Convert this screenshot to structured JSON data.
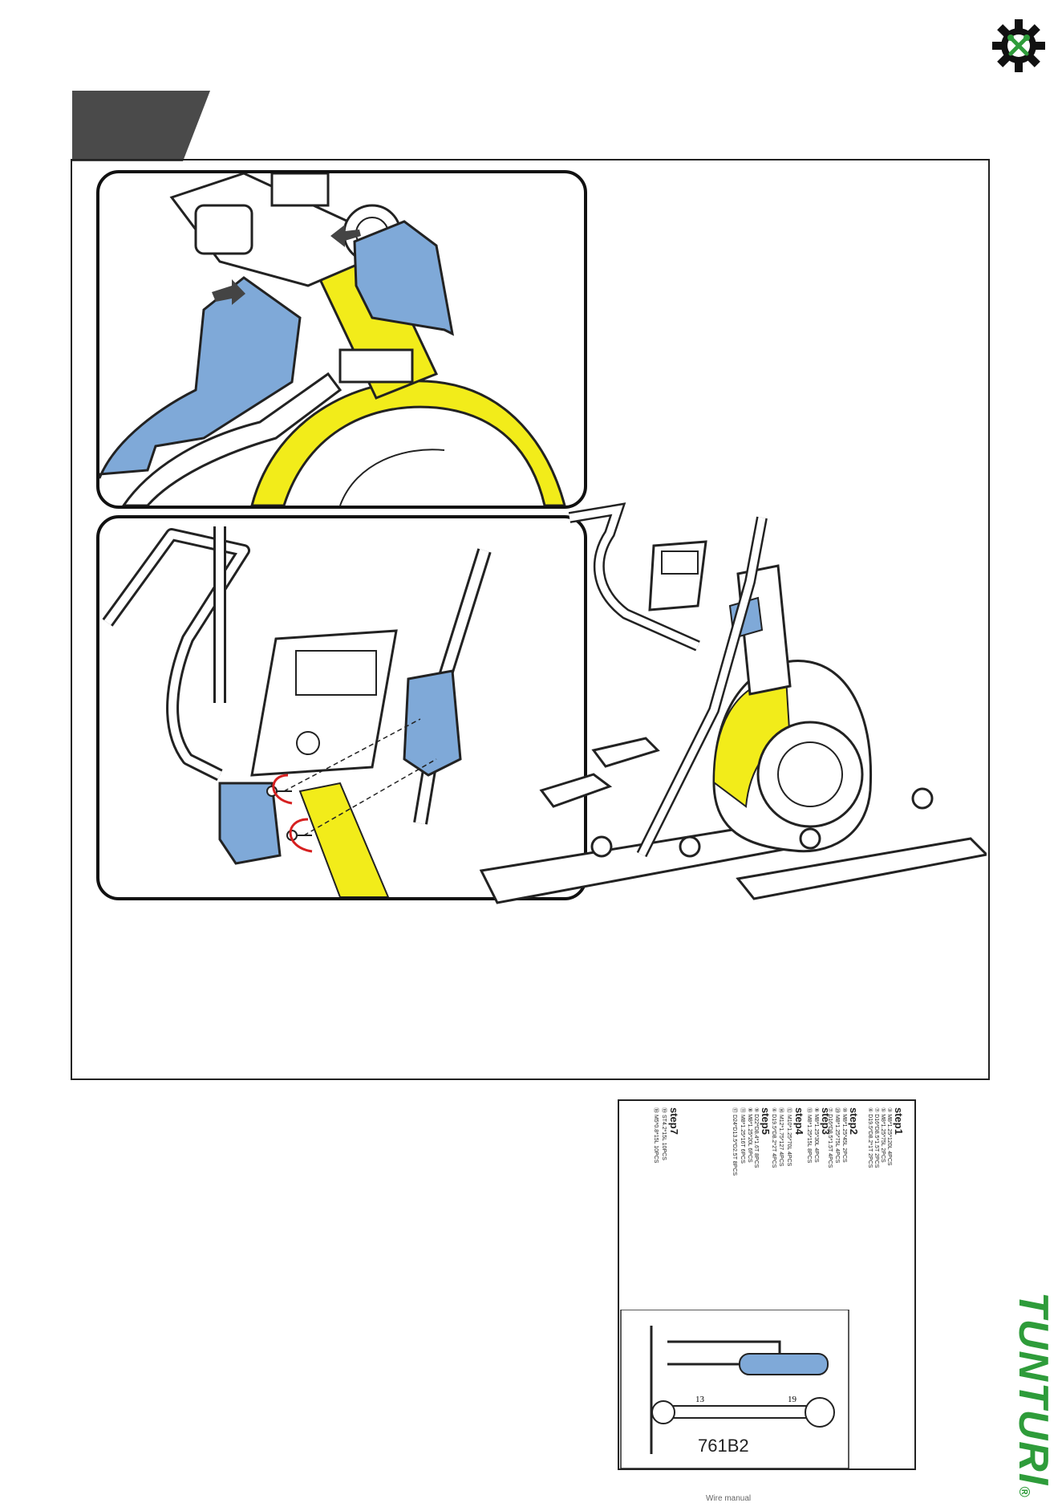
{
  "brand": {
    "name": "TUNTURI",
    "registered_mark": "®",
    "accent_color": "#2e9c3a"
  },
  "colors": {
    "highlight_yellow": "#f2ec1a",
    "part_blue": "#7fa9d8",
    "tab_gray": "#4a4a4a",
    "line": "#222222"
  },
  "icons": {
    "corner": "gear-wrench-icon"
  },
  "hardware_sheet": {
    "step1": {
      "title": "step1",
      "items": [
        "③ M8*1.25*120L 4PCS",
        "⑤ M8*1.25*75L 2PCS",
        "⑦ D16*D8.5*1.5T 2PCS",
        "④ D19.5*D8.2*1T 2PCS"
      ]
    },
    "step2": {
      "title": "step2",
      "items": [
        "⑩ M8*1.25*45L 2PCS",
        "⑳ M8*1.25*75L 4PCS",
        "⑦ D16*D8.5*1.5T 4PCS"
      ]
    },
    "step3": {
      "title": "step3",
      "items": [
        "⑧ M8*1.25*30L 4PCS",
        "⑬ M8*1.25*15L 8PCS"
      ]
    },
    "step4": {
      "title": "step4",
      "items": [
        "⑫ M10*1.25*70L 4PCS",
        "⑭ M12*1.75*127 4PCS",
        "④ D19.5*D8.2*2T 4PCS"
      ]
    },
    "step5": {
      "title": "step5",
      "items": [
        "⑨ D22*D8.4*1.6T 8PCS",
        "⑧ M8*1.25*20L 6PCS",
        "⑪ M8*1.25*16T 6PCS",
        "⑰ D24*D13.5*D2.5T 8PCS"
      ]
    },
    "step7": {
      "title": "step7",
      "items": [
        "⑲ ST4.2*15L 10PCS",
        "⑱ M5*0.8*15L 10PCS"
      ]
    },
    "wrench_sizes": [
      "13",
      "19"
    ],
    "model": "761B2"
  },
  "footer": {
    "text": "Wire manual"
  }
}
